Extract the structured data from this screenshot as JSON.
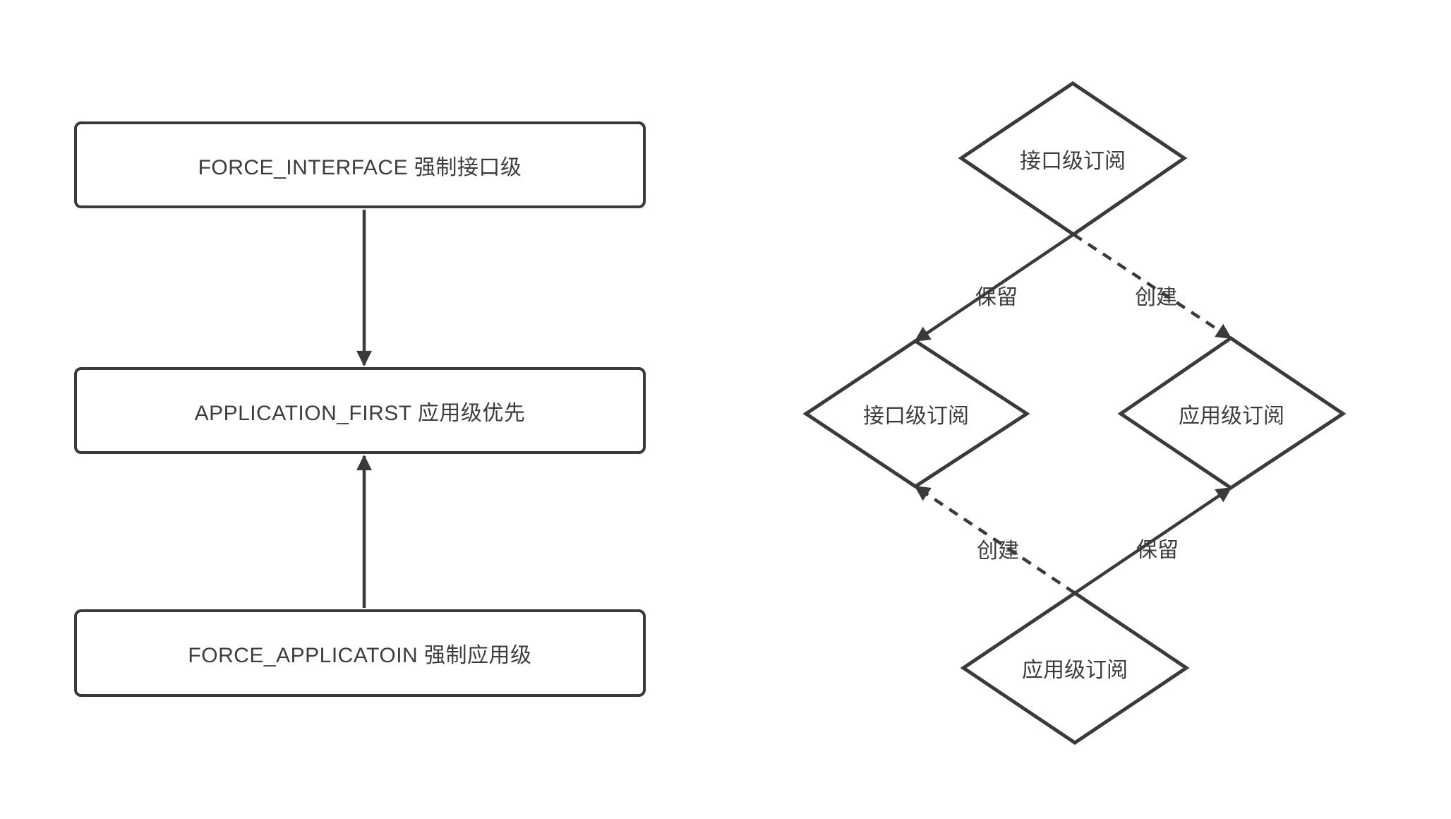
{
  "diagram": {
    "background_color": "#ffffff",
    "stroke_color": "#3a3a3a",
    "text_color": "#3d3d3d",
    "left_flow": {
      "boxes": [
        {
          "id": "force_interface",
          "label": "FORCE_INTERFACE 强制接口级"
        },
        {
          "id": "application_first",
          "label": "APPLICATION_FIRST 应用级优先"
        },
        {
          "id": "force_application",
          "label": "FORCE_APPLICATOIN 强制应用级"
        }
      ],
      "edges": [
        {
          "from": "force_interface",
          "to": "application_first",
          "style": "solid",
          "direction": "down"
        },
        {
          "from": "force_application",
          "to": "application_first",
          "style": "solid",
          "direction": "up"
        }
      ]
    },
    "right_flow": {
      "diamonds": [
        {
          "id": "top",
          "label": "接口级订阅"
        },
        {
          "id": "mid_left",
          "label": "接口级订阅"
        },
        {
          "id": "mid_right",
          "label": "应用级订阅"
        },
        {
          "id": "bottom",
          "label": "应用级订阅"
        }
      ],
      "edges": [
        {
          "from": "top",
          "to": "mid_left",
          "label": "保留",
          "style": "solid"
        },
        {
          "from": "top",
          "to": "mid_right",
          "label": "创建",
          "style": "dashed"
        },
        {
          "from": "bottom",
          "to": "mid_left",
          "label": "创建",
          "style": "dashed"
        },
        {
          "from": "bottom",
          "to": "mid_right",
          "label": "保留",
          "style": "solid"
        }
      ]
    }
  }
}
